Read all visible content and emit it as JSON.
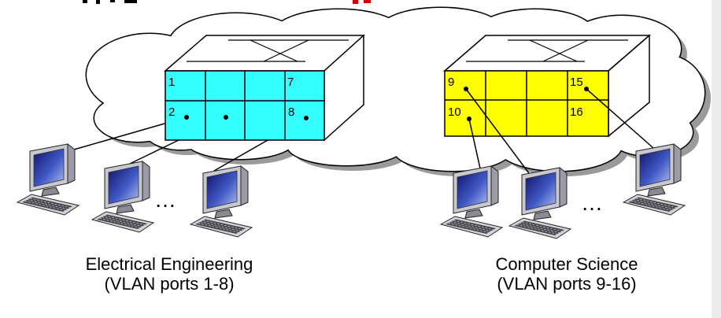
{
  "colors": {
    "cloud_shadow": "#9a9a9a",
    "cloud_fill": "#ffffff"
  },
  "switches": [
    {
      "front_color": "#33ffff",
      "ports": [
        "1",
        "7",
        "2",
        "8"
      ]
    },
    {
      "front_color": "#ffff00",
      "ports": [
        "9",
        "15",
        "10",
        "16"
      ]
    }
  ],
  "ellipsis": {
    "left": "…",
    "right": "…"
  },
  "groups": [
    {
      "title": "Electrical Engineering",
      "subtitle": "(VLAN ports 1-8)"
    },
    {
      "title": "Computer Science",
      "subtitle": "(VLAN ports 9-16)"
    }
  ]
}
